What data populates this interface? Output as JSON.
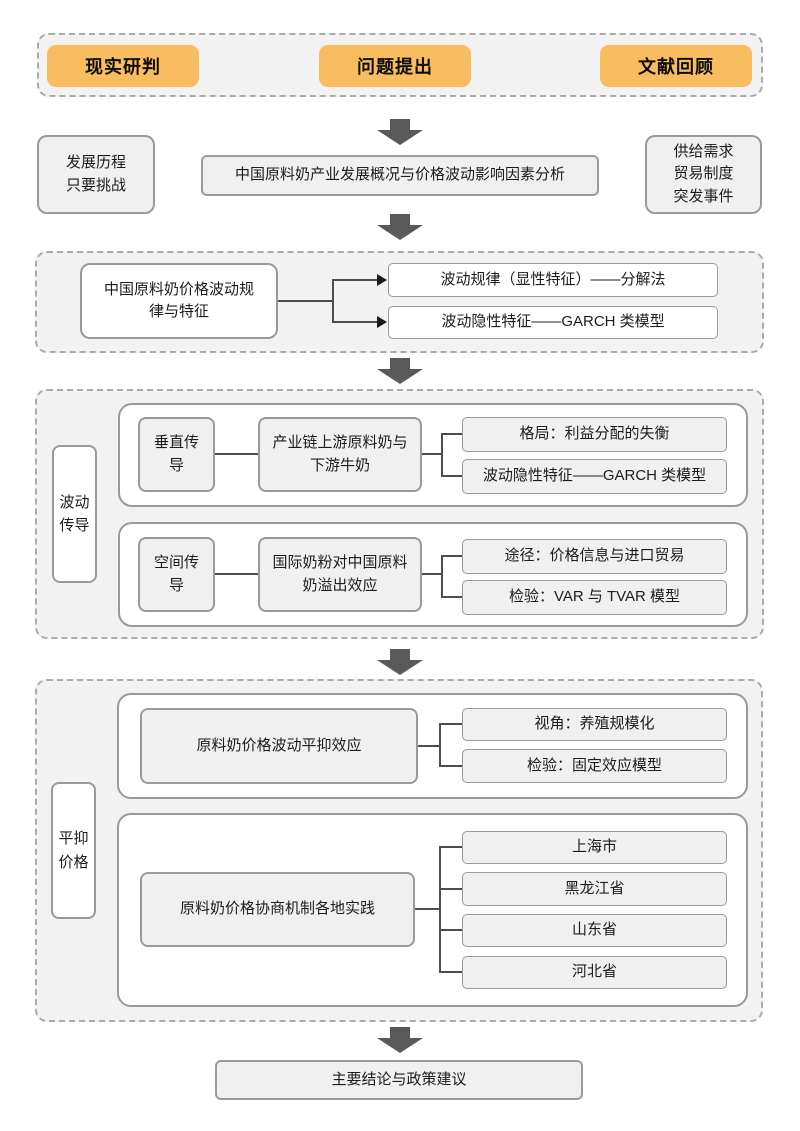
{
  "colors": {
    "accent_orange": "#f8bd5f",
    "panel_grey": "#f2f2f2",
    "box_grey": "#f0f0f0",
    "arrow_grey": "#595959"
  },
  "top_row": {
    "items": [
      {
        "label": "现实研判"
      },
      {
        "label": "问题提出"
      },
      {
        "label": "文献回顾"
      }
    ]
  },
  "overview_row": {
    "left_lines": [
      "发展历程",
      "只要挑战"
    ],
    "center": "中国原料奶产业发展概况与价格波动影响因素分析",
    "right_lines": [
      "供给需求",
      "贸易制度",
      "突发事件"
    ]
  },
  "section_volatility_pattern": {
    "source_lines": [
      "中国原料奶价格波动规",
      "律与特征"
    ],
    "targets": [
      "波动规律（显性特征）——分解法",
      "波动隐性特征——GARCH 类模型"
    ]
  },
  "section_transmission": {
    "label_lines": [
      "波动",
      "传导"
    ],
    "rows": [
      {
        "tag_lines": [
          "垂直传",
          "导"
        ],
        "subject_lines": [
          "产业链上游原料奶与",
          "下游牛奶"
        ],
        "targets": [
          "格局：利益分配的失衡",
          "波动隐性特征——GARCH 类模型"
        ]
      },
      {
        "tag_lines": [
          "空间传",
          "导"
        ],
        "subject_lines": [
          "国际奶粉对中国原料",
          "奶溢出效应"
        ],
        "targets": [
          "途径：价格信息与进口贸易",
          "检验：VAR 与 TVAR 模型"
        ]
      }
    ]
  },
  "section_stabilize": {
    "label_lines": [
      "平抑",
      "价格"
    ],
    "row1": {
      "subject": "原料奶价格波动平抑效应",
      "targets": [
        "视角：养殖规模化",
        "检验：固定效应模型"
      ]
    },
    "row2": {
      "subject": "原料奶价格协商机制各地实践",
      "targets": [
        "上海市",
        "黑龙江省",
        "山东省",
        "河北省"
      ]
    }
  },
  "conclusion": "主要结论与政策建议"
}
